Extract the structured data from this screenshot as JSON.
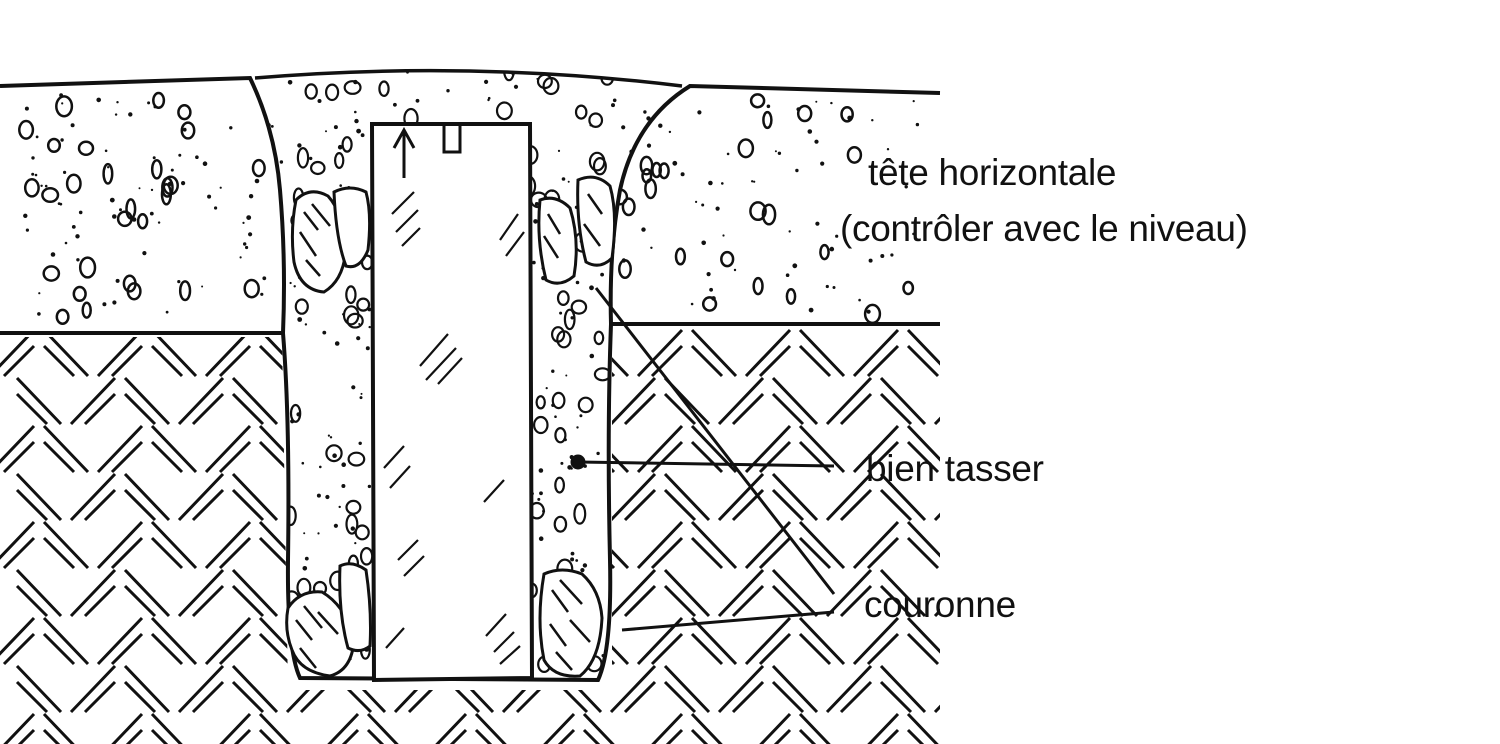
{
  "labels": {
    "head": "tête horizontale",
    "level_check": "(contrôler avec le niveau)",
    "tamp": "bien tasser",
    "crown": "couronne"
  },
  "colors": {
    "ink": "#111111",
    "background": "#ffffff"
  },
  "icons": {
    "up_arrow": "arrow-up-icon"
  }
}
